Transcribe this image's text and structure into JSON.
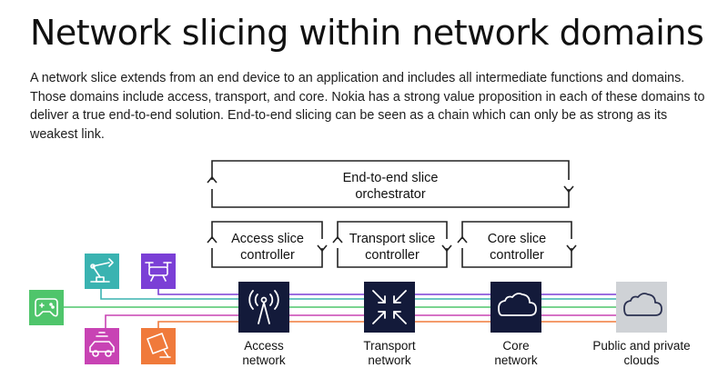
{
  "title": "Network slicing within network domains",
  "intro": "A network slice extends from an end device to an application and includes all intermediate functions and domains. Those domains include access, transport, and core. Nokia has a strong value proposition in each of these domains to deliver a true end-to-end solution. End-to-end slicing can be seen as a chain which can only be as strong as its weakest link.",
  "orchestrator": {
    "line1": "End-to-end slice",
    "line2": "orchestrator"
  },
  "controllers": [
    {
      "line1": "Access slice",
      "line2": "controller"
    },
    {
      "line1": "Transport slice",
      "line2": "controller"
    },
    {
      "line1": "Core slice",
      "line2": "controller"
    }
  ],
  "domains": [
    {
      "line1": "Access",
      "line2": "network",
      "icon": "antenna-icon"
    },
    {
      "line1": "Transport",
      "line2": "network",
      "icon": "arrows-converge-icon"
    },
    {
      "line1": "Core",
      "line2": "network",
      "icon": "cloud-icon"
    },
    {
      "line1": "Public and private",
      "line2": "clouds",
      "icon": "cloud-icon"
    }
  ],
  "devices": [
    {
      "name": "robot-arm",
      "icon": "robot-arm-icon",
      "color": "#3ab3b1"
    },
    {
      "name": "drone",
      "icon": "drone-icon",
      "color": "#7b3fd6"
    },
    {
      "name": "gamepad",
      "icon": "gamepad-icon",
      "color": "#4fc56b"
    },
    {
      "name": "car",
      "icon": "car-icon",
      "color": "#c843b4"
    },
    {
      "name": "video-camera",
      "icon": "camera-icon",
      "color": "#f07a3b"
    }
  ],
  "colors": {
    "node_bg": "#131a3a",
    "cloud_node_bg": "#cfd2d6",
    "line_teal": "#3ab3b1",
    "line_purple": "#7b3fd6",
    "line_green": "#4fc56b",
    "line_magenta": "#c843b4",
    "line_orange": "#f07a3b"
  }
}
